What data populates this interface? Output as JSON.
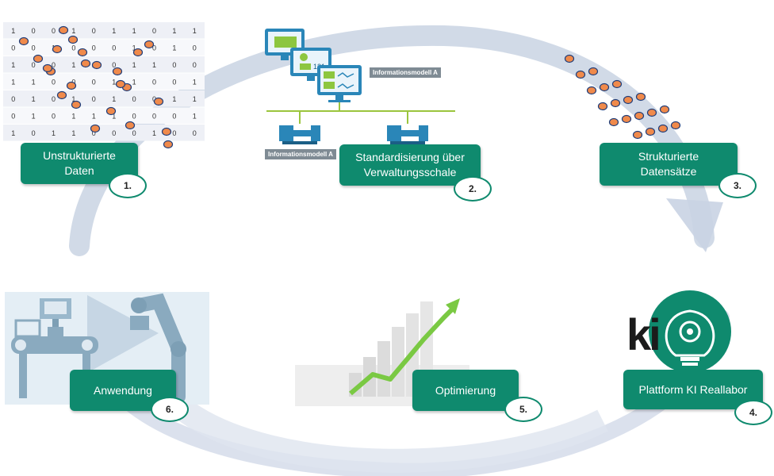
{
  "matrix": [
    [
      "1",
      "0",
      "0",
      "1",
      "0",
      "1",
      "1",
      "0",
      "1",
      "1"
    ],
    [
      "0",
      "0",
      "1",
      "0",
      "0",
      "0",
      "1",
      "0",
      "1",
      "0"
    ],
    [
      "1",
      "0",
      "0",
      "1",
      "1",
      "0",
      "1",
      "1",
      "0",
      "0"
    ],
    [
      "1",
      "1",
      "0",
      "0",
      "0",
      "1",
      "1",
      "0",
      "0",
      "1"
    ],
    [
      "0",
      "1",
      "0",
      "1",
      "0",
      "1",
      "0",
      "0",
      "1",
      "1"
    ],
    [
      "0",
      "1",
      "0",
      "1",
      "1",
      "1",
      "0",
      "0",
      "0",
      "1"
    ],
    [
      "1",
      "0",
      "1",
      "1",
      "0",
      "0",
      "0",
      "1",
      "0",
      "0"
    ]
  ],
  "tags": {
    "info_model_top": "Informationsmodell A",
    "info_model_left": "Informationsmodell A"
  },
  "screen_number": "131",
  "logo": {
    "ki": "ki"
  },
  "steps": [
    {
      "label": "Unstrukturierte Daten",
      "number": "1."
    },
    {
      "label": "Standardisierung über Verwaltungsschale",
      "number": "2."
    },
    {
      "label": "Strukturierte Datensätze",
      "number": "3."
    },
    {
      "label": "Plattform KI Reallabor",
      "number": "4."
    },
    {
      "label": "Optimierung",
      "number": "5."
    },
    {
      "label": "Anwendung",
      "number": "6."
    }
  ],
  "colors": {
    "accent": "#0f8a6e",
    "cycle_arrow": "#c9d3e3",
    "dot_fill": "#f08a4b",
    "dot_stroke": "#1f3d7a",
    "machine_blue": "#2a86b8",
    "screen_green": "#8dc63f",
    "bus_line": "#9bc53d"
  }
}
